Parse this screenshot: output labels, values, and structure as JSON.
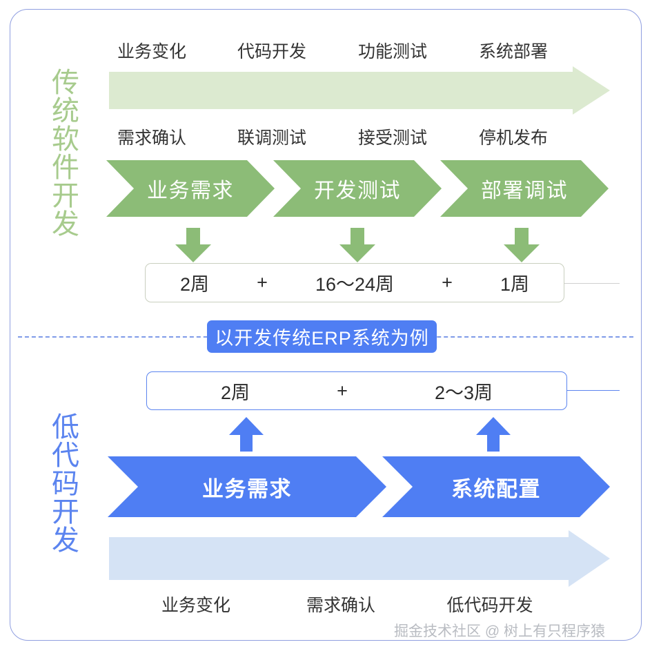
{
  "diagram": {
    "title_traditional": "传统软件开发",
    "title_lowcode": "低代码开发",
    "center_badge": "以开发传统ERP系统为例",
    "watermark": "掘金技术社区 @ 树上有只程序猿",
    "colors": {
      "card_border": "#8f9ee0",
      "green_dark": "#8cbc77",
      "green_light": "#dcead0",
      "green_label": "#a7cb8d",
      "blue": "#4f7ef3",
      "blue_light": "#d5e3f5",
      "blue_label": "#5b84ef",
      "text": "#333333",
      "badge_bg": "#4f7ef3",
      "divider": "#7e9ae8"
    }
  },
  "traditional": {
    "top_labels": [
      "业务变化",
      "代码开发",
      "功能测试",
      "系统部署"
    ],
    "bottom_labels": [
      "需求确认",
      "联调测试",
      "接受测试",
      "停机发布"
    ],
    "phases": [
      {
        "label": "业务需求"
      },
      {
        "label": "开发测试"
      },
      {
        "label": "部署调试"
      }
    ],
    "durations": {
      "cells": [
        "2周",
        "16〜24周",
        "1周"
      ],
      "operators": [
        "+",
        "+"
      ]
    }
  },
  "lowcode": {
    "phases": [
      {
        "label": "业务需求"
      },
      {
        "label": "系统配置"
      }
    ],
    "durations": {
      "cells": [
        "2周",
        "2〜3周"
      ],
      "operators": [
        "+"
      ]
    },
    "bottom_labels": [
      "业务变化",
      "需求确认",
      "低代码开发"
    ]
  }
}
